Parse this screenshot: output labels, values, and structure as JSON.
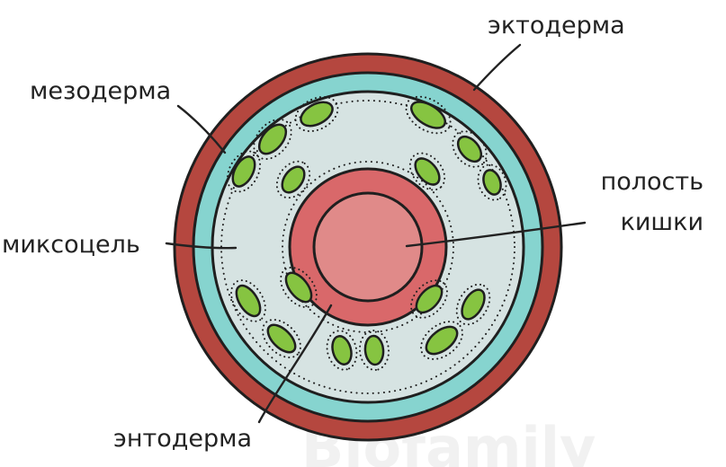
{
  "labels": {
    "ectoderm": "эктодерма",
    "mesoderm": "мезодерма",
    "cavity_line1": "полость",
    "cavity_line2": "кишки",
    "myxocoel": "миксоцель",
    "endoderm": "энтодерма"
  },
  "watermark": "Biofamily",
  "colors": {
    "ectoderm": "#b5473f",
    "mesoderm": "#86d4cf",
    "myxocoel": "#d6e3e2",
    "endoderm": "#d9686a",
    "gut_cavity": "#e08a89",
    "cells": "#86c441",
    "outline": "#1f1f1f"
  },
  "icons": {
    "cells": "ellipse-cell-icon"
  }
}
